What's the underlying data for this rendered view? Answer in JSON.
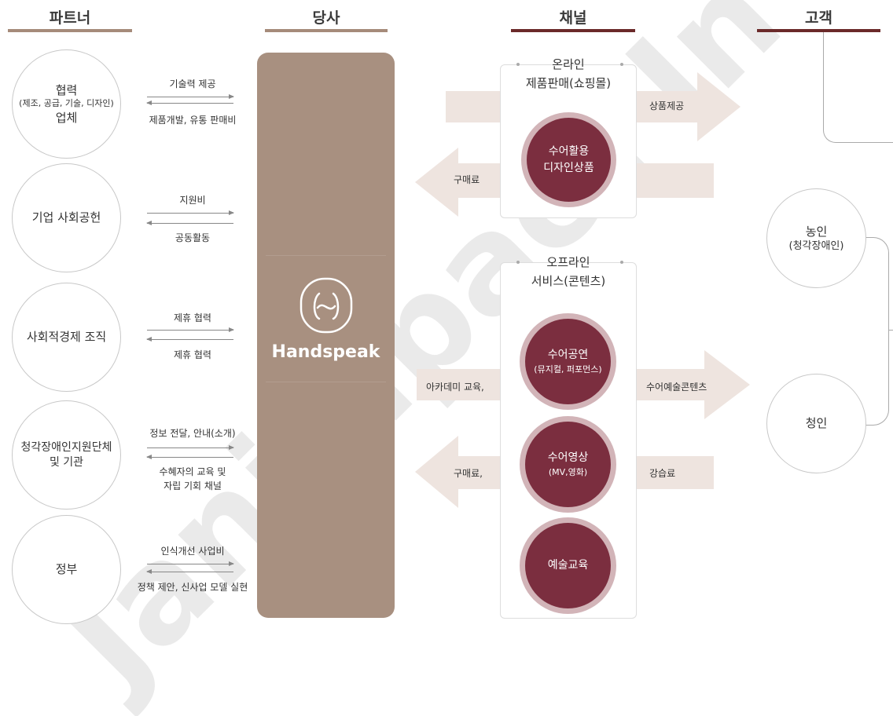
{
  "headers": {
    "partner": "파트너",
    "company": "당사",
    "channel": "채널",
    "customer": "고객"
  },
  "colors": {
    "partner_bar": "#a68b7a",
    "company_bar": "#a68b7a",
    "channel_bar": "#6b2a2a",
    "customer_bar": "#6b2a2a",
    "company_box": "#a89080",
    "pill": "#7b2e3f",
    "pill_ring": "#d2b4b8",
    "arrow": "#eee4df"
  },
  "partners": [
    {
      "lines": [
        "협력",
        "(제조, 공급, 기술, 디자인)",
        "업체"
      ],
      "flow_top": "기술력 제공",
      "flow_bottom": "제품개발, 유통 판매비"
    },
    {
      "lines": [
        "기업 사회공헌"
      ],
      "flow_top": "지원비",
      "flow_bottom": "공동활동"
    },
    {
      "lines": [
        "사회적경제 조직"
      ],
      "flow_top": "제휴 협력",
      "flow_bottom": "제휴 협력"
    },
    {
      "lines": [
        "청각장애인지원단체",
        "및 기관"
      ],
      "flow_top": "정보 전달, 안내(소개)",
      "flow_bottom": "수혜자의 교육 및\n자립 기회 채널"
    },
    {
      "lines": [
        "정부"
      ],
      "flow_top": "인식개선 사업비",
      "flow_bottom": "정책 제안, 신사업 모델 실현"
    }
  ],
  "company": {
    "logo_text": "Handspeak",
    "logo_icon": "handspeak-h-icon"
  },
  "online": {
    "title1": "온라인",
    "title2": "제품판매(쇼핑몰)",
    "pill_line1": "수어활용",
    "pill_line2": "디자인상품",
    "out_label": "상품제공",
    "in_label": "구매료"
  },
  "offline": {
    "title1": "오프라인",
    "title2": "서비스(콘텐츠)",
    "pills": [
      {
        "line1": "수어공연",
        "line2": "(뮤지컬, 퍼포먼스)"
      },
      {
        "line1": "수어영상",
        "line2": "(MV,영화)"
      },
      {
        "line1": "예술교육",
        "line2": ""
      }
    ],
    "academy_label": "아카데미 교육,",
    "out_label": "수어예술콘텐츠",
    "in_label": "구매료,",
    "fee_label": "강습료"
  },
  "customers": [
    {
      "line1": "농인",
      "line2": "(청각장애인)"
    },
    {
      "line1": "청인",
      "line2": ""
    }
  ],
  "watermark": "Janimpact In"
}
